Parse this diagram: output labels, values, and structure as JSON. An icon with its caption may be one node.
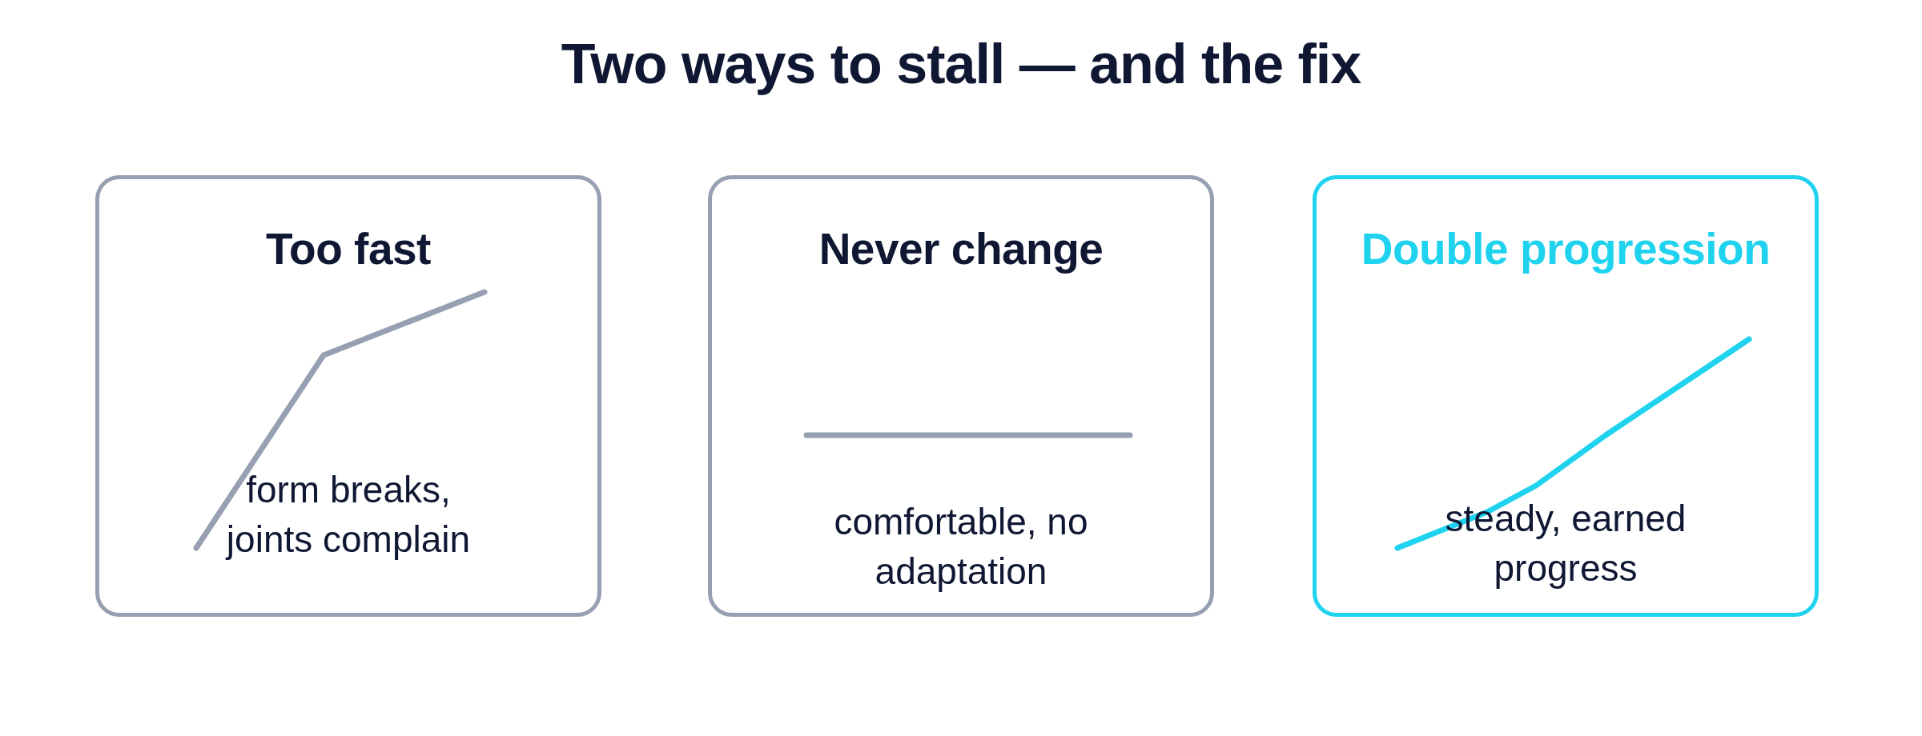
{
  "diagram": {
    "title": "Two ways to stall — and the fix",
    "nodes": [
      {
        "text": [
          "Too fast",
          "form breaks, joints complain"
        ]
      },
      {
        "text": [
          "Never change",
          "comfortable, no adaptation"
        ]
      },
      {
        "text": [
          "Double progression",
          "steady, earned progress"
        ]
      }
    ]
  }
}
